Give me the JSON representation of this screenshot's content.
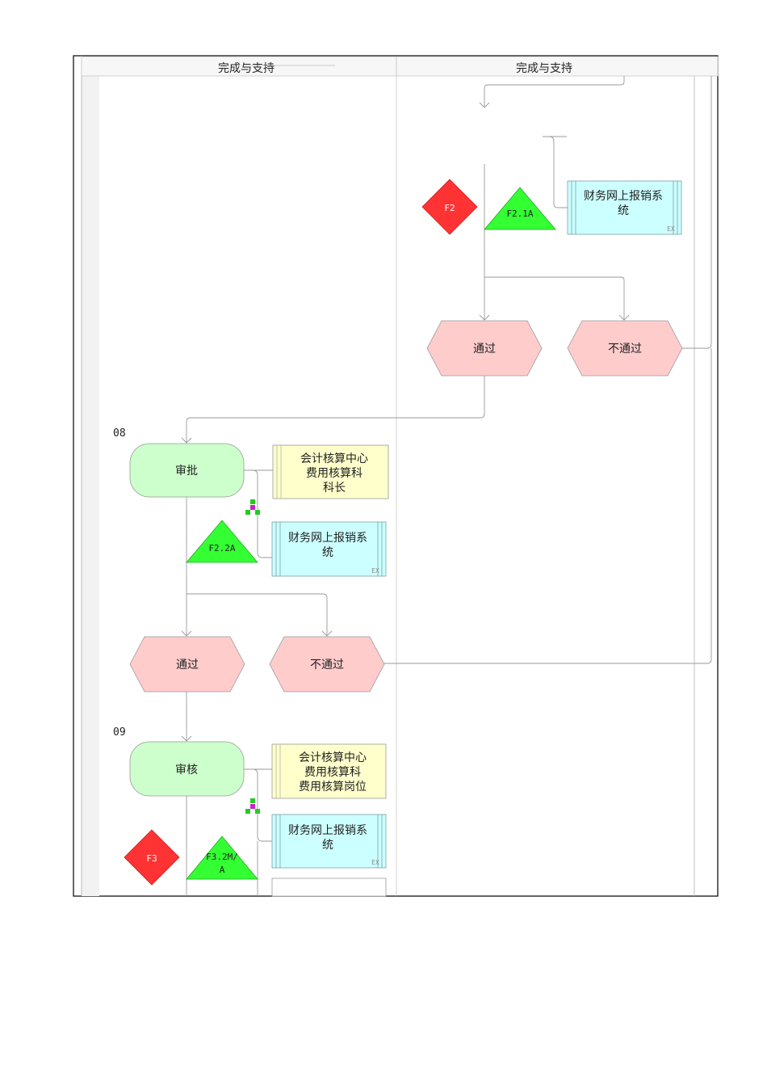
{
  "lanes": [
    {
      "header": "完成与支持"
    },
    {
      "header": "完成与支持"
    }
  ],
  "steps": [
    {
      "number": "08",
      "activity": "审批"
    },
    {
      "number": "09",
      "activity": "审核"
    }
  ],
  "events": {
    "pass_top": "通过",
    "fail_top": "不通过",
    "pass_08": "通过",
    "fail_08": "不通过"
  },
  "roles": {
    "approver_lines": [
      "会计核算中心",
      "费用核算科",
      "科长"
    ],
    "reviewer_lines": [
      "会计核算中心",
      "费用核算科",
      "费用核算岗位"
    ]
  },
  "systems": {
    "name_lines": [
      "财务网上报销系",
      "统"
    ],
    "badge": "EX"
  },
  "risks": {
    "top": "F2",
    "bottom": "F3"
  },
  "controls": {
    "top": "F2.1A",
    "mid": "F2.2A",
    "bottom_lines": [
      "F3.2M/",
      "A"
    ]
  },
  "colors": {
    "activity_fill": "#ccffcc",
    "event_fill": "#ffcccc",
    "role_fill": "#ffffcc",
    "system_fill": "#ccffff",
    "risk_fill": "#ff3333",
    "control_fill": "#33ff33"
  }
}
